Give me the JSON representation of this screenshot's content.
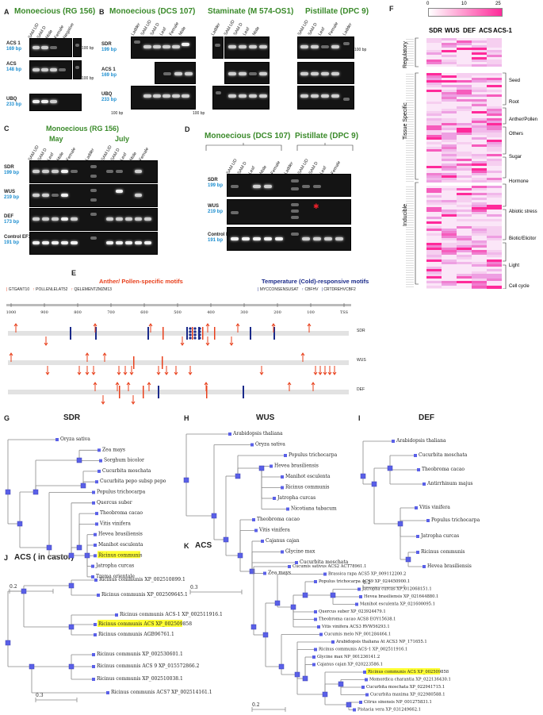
{
  "panelA": {
    "letter": "A",
    "title": "Monoecious (RG 156)",
    "lanes": [
      "SAM UD",
      "SAM D",
      "Male",
      "Female",
      "Negative"
    ],
    "rows": [
      {
        "gene": "ACS 1",
        "size": "169 bp"
      },
      {
        "gene": "ACS",
        "size": "148 bp"
      },
      {
        "gene": "UBQ",
        "size": "233 bp"
      }
    ],
    "markers": [
      "100 bp",
      "100 bp"
    ]
  },
  "panelB": {
    "letter": "B",
    "titles": [
      "Monoecious (DCS 107)",
      "Staminate (M 574-OS1)",
      "Pistillate (DPC 9)"
    ],
    "lanes1": [
      "Ladder",
      "SAM UD",
      "SAM D",
      "Leaf",
      "Female",
      "Male"
    ],
    "lanes2": [
      "Ladder",
      "SAM UD",
      "SAM D",
      "Leaf",
      "Male"
    ],
    "lanes3": [
      "SAM UD",
      "SAM D",
      "Leaf",
      "Female",
      "Ladder"
    ],
    "rows": [
      {
        "gene": "SDR",
        "size": "199 bp"
      },
      {
        "gene": "ACS 1",
        "size": "169 bp"
      },
      {
        "gene": "UBQ",
        "size": "233 bp"
      }
    ],
    "markers": [
      "100 bp",
      "100 bp",
      "100 bp"
    ]
  },
  "panelC": {
    "letter": "C",
    "title": "Monoecious (RG 156)",
    "months": [
      "May",
      "July"
    ],
    "lanes": [
      "SAM UD",
      "SAM D",
      "Leaf",
      "Male",
      "Female",
      "Ladder",
      "SAM UD",
      "SAM D",
      "Leaf",
      "Male",
      "Female"
    ],
    "rows": [
      {
        "gene": "SDR",
        "size": "199 bp"
      },
      {
        "gene": "WUS",
        "size": "219 bp"
      },
      {
        "gene": "DEF",
        "size": "173 bp"
      },
      {
        "gene": "Control EF1",
        "size": "191 bp"
      }
    ]
  },
  "panelD": {
    "letter": "D",
    "titles": [
      "Monoecious (DCS 107)",
      "Pistillate (DPC 9)"
    ],
    "lanes": [
      "SAM UD",
      "SAM D",
      "Leaf",
      "Male",
      "Female",
      "Ladder",
      "SAM UD",
      "SAM D",
      "Leaf",
      "Female"
    ],
    "rows": [
      {
        "gene": "SDR",
        "size": "199 bp"
      },
      {
        "gene": "WUS",
        "size": "219 bp"
      },
      {
        "gene": "Control EF1",
        "size": "191 bp"
      }
    ]
  },
  "panelE": {
    "letter": "E",
    "anther_title": "Anther/ Pollen-specific motifs",
    "temp_title": "Temperature (Cold)-responsive motifs",
    "anther_motifs": [
      "GTGANT10",
      "POLLENLELAT52",
      "QELEMENTZMZM13"
    ],
    "temp_motifs": [
      "MYCCONSENSUSAT",
      "CBFHV",
      "CRTDREHVCBF2"
    ],
    "axis_ticks": [
      "1000",
      "900",
      "800",
      "700",
      "600",
      "500",
      "400",
      "300",
      "200",
      "100",
      "TSS"
    ],
    "genes": [
      "SDR",
      "WUS",
      "DEF"
    ],
    "colors": {
      "anther": "#e8401c",
      "temp": "#1a2a8a"
    }
  },
  "panelF": {
    "letter": "F",
    "scale_ticks": [
      "0",
      "10",
      "25"
    ],
    "columns": [
      "SDR",
      "WUS",
      "DEF",
      "ACS",
      "ACS-1"
    ],
    "groups": [
      "Regulatory",
      "Tissue Specific",
      "Inducible"
    ],
    "right_labels": [
      "Seed",
      "Root",
      "Anther/Pollen",
      "Others",
      "Sugar",
      "Hormone",
      "Abiotic stress",
      "Biotic/Elicitor",
      "Light",
      "Cell cycle"
    ],
    "colors": {
      "low": "#f8d6f4",
      "high": "#ff2a9a"
    }
  },
  "panelG": {
    "letter": "G",
    "title": "SDR",
    "scale": "0.2",
    "taxa": [
      "Oryza sativa",
      "Zea mays",
      "Sorghum bicolor",
      "Cucurbita moschata",
      "Cucurbita pepo subsp pepo",
      "Populus trichocarpa",
      "Quercus suber",
      "Theobroma cacao",
      "Vitis vinifera",
      "Hevea brasiliensis",
      "Manihot esculenta",
      "Ricinus communis",
      "Jatropha curcas",
      "Trema orientale"
    ],
    "highlight": "Ricinus communis"
  },
  "panelH": {
    "letter": "H",
    "title": "WUS",
    "scale": "0.3",
    "taxa": [
      "Arabidopsis thaliana",
      "Oryza sativa",
      "Populus trichocarpa",
      "Hevea brasiliensis",
      "Manihot esculenta",
      "Ricinus communis",
      "Jatropha curcas",
      "Nicotiana tabacum",
      "Theobroma cacao",
      "Vitis vinifera",
      "Cajanus cajan",
      "Glycine max",
      "Cucurbita moschata",
      "Zea mays"
    ]
  },
  "panelI": {
    "letter": "I",
    "title": "DEF",
    "scale": "0.2",
    "taxa": [
      "Arabidopsis thaliana",
      "Cucurbita moschata",
      "Theobroma cacao",
      "Antirrhinum majus",
      "Vitis vinifera",
      "Populus trichocarpa",
      "Jatropha curcas",
      "Ricinus communis",
      "Hevea brasiliensis"
    ]
  },
  "panelJ": {
    "letter": "J",
    "title": "ACS ( in castor)",
    "scale": "0.3",
    "taxa": [
      "Ricinus communis XP_002510899.1",
      "Ricinus communis XP_002509645.1",
      "Ricinus communis ACS-1 XP_002511916.1",
      "Ricinus communis ACS XP_002509858",
      "Ricinus communis AGB96761.1",
      "Ricinus communis XP_002530601.1",
      "Ricinus communis ACS 9 XP_015572866.2",
      "Ricinus communis XP_002510038.1",
      "Ricinus communis ACS7 XP_002514161.1"
    ],
    "highlight": "Ricinus communis ACS XP_002509858"
  },
  "panelK": {
    "letter": "K",
    "title": "ACS",
    "scale": "0.2",
    "taxa": [
      "Cucumis sativus ACS2 ACT78961.1",
      "Brassica rapa ACS5 XP_009112200.2",
      "Populus trichocarpa ACS9 XP_024450900.1",
      "Jatropha curcas XP_012068151.1",
      "Hevea brasiliensis XP_021644880.1",
      "Manihot esculenta XP_021600095.1",
      "Quercus suber XP_023924479.1",
      "Theobroma cacao ACS8 EOY15638.1",
      "Vitis vinifera ACS3 RVW56293.1",
      "Cucumis melo NP_001284464.1",
      "Arabidopsis thaliana At ACS3 NP_171655.1",
      "Ricinus communis ACS-1 XP_002511916.1",
      "Glycine max NP_001236141.2",
      "Cajanus cajan XP_020223586.1",
      "Ricinus communis ACS XP_002509858",
      "Momordica charantia XP_022136430.1",
      "Cucurbita moschata XP_022941715.1",
      "Cucurbita maxima XP_022980588.1",
      "Citrus sinensis NP_001275831.1",
      "Pistacia vera XP_031249662.1"
    ],
    "highlight": "Ricinus communis ACS XP_002509858"
  }
}
